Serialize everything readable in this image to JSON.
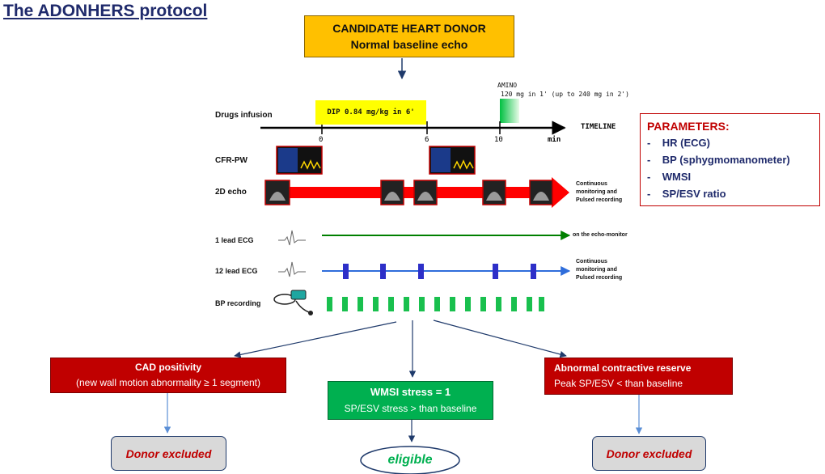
{
  "title": "The ADONHERS protocol",
  "candidate": {
    "line1": "CANDIDATE HEART DONOR",
    "line2": "Normal baseline echo"
  },
  "drugs": {
    "label": "Drugs infusion",
    "dip": "DIP 0.84 mg/kg in 6'",
    "amino_title": "AMINO",
    "amino_dose": "120 mg in 1' (up to 240 mg in 2')"
  },
  "timeline": {
    "label": "TIMELINE",
    "ticks": [
      "0",
      "6",
      "10"
    ],
    "unit": "min"
  },
  "rows": {
    "cfr": "CFR-PW",
    "echo2d": "2D echo",
    "echo2d_note": [
      "Continuous",
      "monitoring and",
      "Pulsed recording"
    ],
    "ecg1": "1 lead ECG",
    "ecg1_note": "on the echo-monitor",
    "ecg12": "12 lead ECG",
    "ecg12_note": [
      "Continuous",
      "monitoring and",
      "Pulsed recording"
    ],
    "bp": "BP recording"
  },
  "parameters": {
    "title": "PARAMETERS:",
    "items": [
      "HR (ECG)",
      "BP (sphygmomanometer)",
      "WMSI",
      "SP/ESV ratio"
    ]
  },
  "outcomes": {
    "cad": {
      "title": "CAD positivity",
      "sub": "(new wall motion abnormality ≥ 1 segment)"
    },
    "wmsi": {
      "title": "WMSI stress = 1",
      "sub": "SP/ESV stress >  than baseline"
    },
    "acr": {
      "title": "Abnormal contractive reserve",
      "sub": "Peak SP/ESV < than baseline"
    },
    "excluded_left": "Donor excluded",
    "eligible": "eligible",
    "excluded_right": "Donor excluded"
  },
  "colors": {
    "title": "#1f2a6b",
    "candidate_fill": "#ffc000",
    "dip_fill": "#ffff00",
    "echo_arrow": "#ff0000",
    "ecg1_line": "#008000",
    "ecg12_line": "#2e6ddb",
    "ecg12_marker": "#2d2fc8",
    "bp_marker": "#19c04e",
    "outcome_red": "#c00000",
    "outcome_green": "#00b050",
    "excluded_fill": "#d9d9d9",
    "params_border": "#c00000",
    "params_text": "#1f2a6b"
  }
}
